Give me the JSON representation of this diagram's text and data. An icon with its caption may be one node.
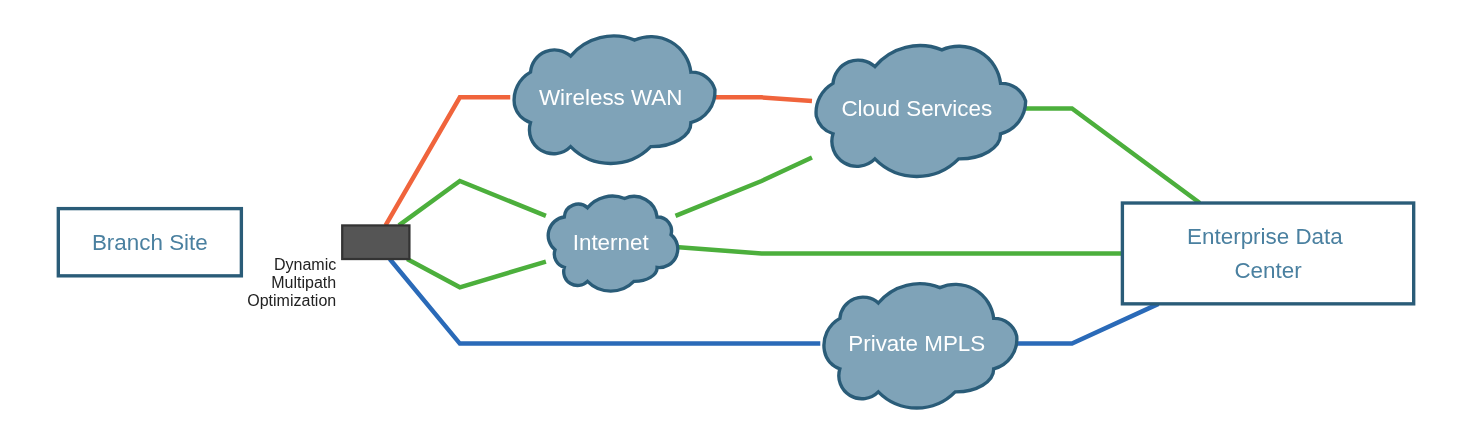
{
  "diagram": {
    "nodes": [
      {
        "text": [
          "Branch Site"
        ]
      },
      {
        "text": [],
        "shape": "box",
        "beside": [
          "Dynamic Multipath Optimization"
        ]
      },
      {
        "text": [
          "Wireless WAN"
        ]
      },
      {
        "text": [
          "Internet"
        ]
      },
      {
        "text": [
          "Private MPLS"
        ]
      },
      {
        "text": [
          "Cloud Services"
        ]
      },
      {
        "text": [
          "Enterprise Data Center"
        ]
      }
    ],
    "edges": [
      {
        "from": 1,
        "to": 2,
        "arrow": "none",
        "color": "#f0643c"
      },
      {
        "from": 1,
        "to": 3,
        "arrow": "none"
      },
      {
        "from": 1,
        "to": 3,
        "arrow": "none"
      },
      {
        "from": 1,
        "to": 4,
        "arrow": "none",
        "color": "#2a6ab8"
      },
      {
        "from": 2,
        "to": 5,
        "arrow": "none",
        "color": "#f0643c"
      },
      {
        "from": 3,
        "to": 5,
        "arrow": "none"
      },
      {
        "from": 5,
        "to": 6,
        "arrow": "none"
      },
      {
        "from": 3,
        "to": 6,
        "arrow": "none"
      },
      {
        "from": 4,
        "to": 6,
        "arrow": "none",
        "color": "#2a6ab8"
      }
    ]
  }
}
